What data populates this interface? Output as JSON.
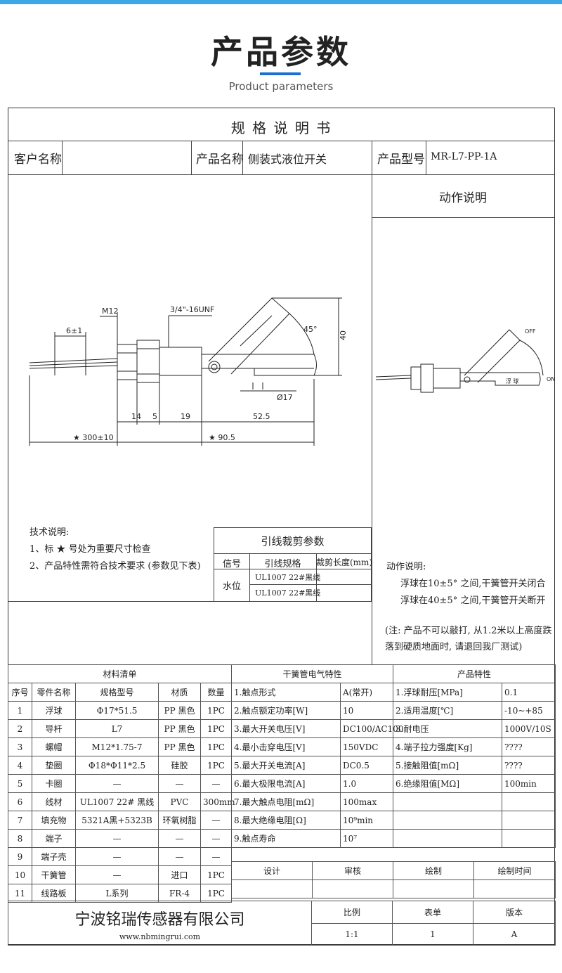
{
  "header": {
    "title": "产品参数",
    "subtitle": "Product parameters"
  },
  "spec": {
    "title": "规 格 说 明 书",
    "customer_label": "客户名称",
    "customer_value": "",
    "product_name_label": "产品名称",
    "product_name_value": "侧装式液位开关",
    "model_label": "产品型号",
    "model_value": "MR-L7-PP-1A"
  },
  "drawing": {
    "m12": "M12",
    "thread": "3/4\"-16UNF",
    "d6": "6±1",
    "d40": "40",
    "angle": "45°",
    "phi17": "Ø17",
    "d14": "14",
    "d5": "5",
    "d19": "19",
    "d525": "52.5",
    "d300": "★ 300±10",
    "d905": "★ 90.5"
  },
  "action": {
    "title": "动作说明",
    "off": "OFF",
    "on": "ON",
    "float_label": "浮 球",
    "desc_title": "动作说明:",
    "desc_1": "浮球在10±5° 之间,干簧管开关闭合",
    "desc_2": "浮球在40±5° 之间,干簧管开关断开",
    "note_1": "(注: 产品不可以敲打, 从1.2米以上高度跌",
    "note_2": "落到硬质地面时, 请退回我厂测试)"
  },
  "tech": {
    "title": "技术说明:",
    "line1_a": "1、标",
    "line1_b": "号处为重要尺寸检查",
    "line2": "2、产品特性需符合技术要求 (参数见下表)"
  },
  "wire": {
    "title": "引线裁剪参数",
    "h_signal": "信号",
    "h_spec": "引线规格",
    "h_len": "裁剪长度(mm)",
    "signal": "水位",
    "row1": "UL1007 22#黑线",
    "row2": "UL1007 22#黑线"
  },
  "bom": {
    "title": "材料清单",
    "headers": [
      "序号",
      "零件名称",
      "规格型号",
      "材质",
      "数量"
    ],
    "rows": [
      [
        "1",
        "浮球",
        "Φ17*51.5",
        "PP 黑色",
        "1PC"
      ],
      [
        "2",
        "导杆",
        "L7",
        "PP 黑色",
        "1PC"
      ],
      [
        "3",
        "螺帽",
        "M12*1.75-7",
        "PP 黑色",
        "1PC"
      ],
      [
        "4",
        "垫圈",
        "Φ18*Φ11*2.5",
        "硅胶",
        "1PC"
      ],
      [
        "5",
        "卡圈",
        "—",
        "—",
        "—"
      ],
      [
        "6",
        "线材",
        "UL1007 22# 黑线",
        "PVC",
        "300mm"
      ],
      [
        "7",
        "填充物",
        "5321A黑+5323B",
        "环氧树脂",
        "—"
      ],
      [
        "8",
        "端子",
        "—",
        "—",
        "—"
      ],
      [
        "9",
        "端子壳",
        "—",
        "—",
        "—"
      ],
      [
        "10",
        "干簧管",
        "—",
        "进口",
        "1PC"
      ],
      [
        "11",
        "线路板",
        "L系列",
        "FR-4",
        "1PC"
      ]
    ]
  },
  "reed": {
    "title": "干簧管电气特性",
    "rows": [
      [
        "1.触点形式",
        "A(常开)"
      ],
      [
        "2.触点额定功率[W]",
        "10"
      ],
      [
        "3.最大开关电压[V]",
        "DC100/AC100"
      ],
      [
        "4.最小击穿电压[V]",
        "150VDC"
      ],
      [
        "5.最大开关电流[A]",
        "DC0.5"
      ],
      [
        "6.最大极限电流[A]",
        "1.0"
      ],
      [
        "7.最大触点电阻[mΩ]",
        "100max"
      ],
      [
        "8.最大绝缘电阻[Ω]",
        "10⁹min"
      ],
      [
        "9.触点寿命",
        "10⁷"
      ]
    ]
  },
  "feature": {
    "title": "产品特性",
    "rows": [
      [
        "1.浮球耐压[MPa]",
        "0.1"
      ],
      [
        "2.适用温度[℃]",
        "-10~+85"
      ],
      [
        "3.耐电压",
        "1000V/10S"
      ],
      [
        "4.端子拉力强度[Kg]",
        "????"
      ],
      [
        "5.接触阻值[mΩ]",
        "????"
      ],
      [
        "6.绝缘阻值[MΩ]",
        "100min"
      ]
    ]
  },
  "sign": {
    "design": "设计",
    "review": "审核",
    "draw": "绘制",
    "draw_time": "绘制时间",
    "scale_label": "比例",
    "sheet_label": "表单",
    "version_label": "版本",
    "scale": "1:1",
    "sheet": "1",
    "version": "A"
  },
  "company": {
    "name": "宁波铭瑞传感器有限公司",
    "url": "www.nbmingrui.com"
  }
}
